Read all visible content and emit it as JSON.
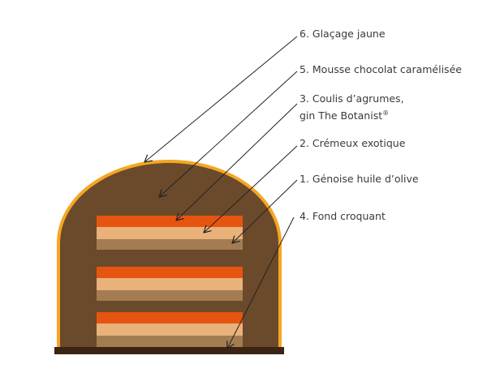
{
  "title": "Cake layers cross-section",
  "labels": [
    {
      "id": "6",
      "text": "6. Glaçage jaune"
    },
    {
      "id": "5",
      "text": "5. Mousse chocolat caramélisée"
    },
    {
      "id": "3",
      "text": "3. Coulis d’agrumes,",
      "line2": "gin The Botanist",
      "mark": "®"
    },
    {
      "id": "2",
      "text": "2. Crémeux exotique"
    },
    {
      "id": "1",
      "text": "1. Génoise huile d’olive"
    },
    {
      "id": "4",
      "text": "4. Fond croquant"
    }
  ],
  "colors": {
    "glaze": "#f5a623",
    "mousse": "#6b4a2b",
    "coulis": "#e65510",
    "cremeux": "#e8b27a",
    "genoise": "#a47c52",
    "base": "#3b2414",
    "arrow": "#222222"
  }
}
